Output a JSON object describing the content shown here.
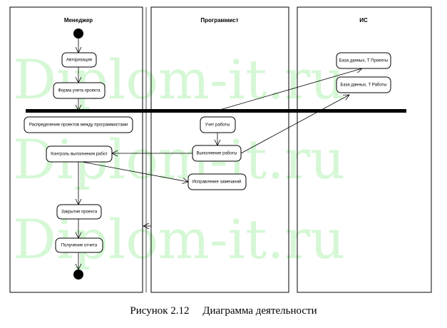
{
  "watermark": "Diplom-it.ru",
  "lanes": [
    {
      "title": "Менеджер"
    },
    {
      "title": "Программист"
    },
    {
      "title": "ИС"
    }
  ],
  "activities": {
    "auth": "Авторизация",
    "form": "Форма учета проекта",
    "distribute": "Распределение проектов между программистами",
    "control": "Контроль выполнения работ",
    "close": "Закрытие проекта",
    "report": "Получение отчета",
    "track": "Учет работы",
    "perform": "Выполнение работы",
    "fix": "Исправление замечаний",
    "db_projects": "База данных, Т Проекты",
    "db_works": "База данных, Т Работы"
  },
  "caption": "Рисунок 2.12     Диаграмма деятельности"
}
